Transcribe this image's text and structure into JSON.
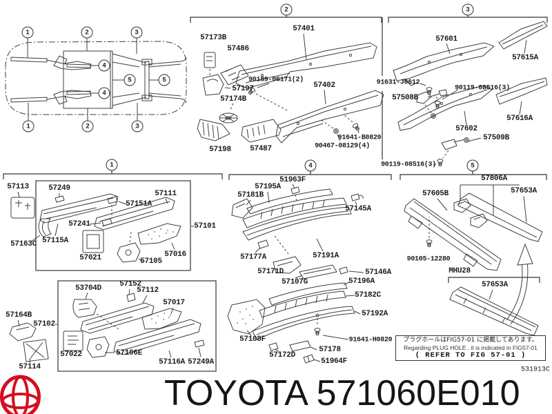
{
  "footer": {
    "brand": "TOYOTA",
    "part_number": "571060E010"
  },
  "ref_code": "531913C",
  "callouts": {
    "n1": "1",
    "n2": "2",
    "n3": "3",
    "n4": "4",
    "n5": "5"
  },
  "note_box": {
    "jp": "プラグホールはFIG57-01 に掲載してあります。",
    "en": "Regarding PLUG HOLE , it is indicated in FIG57-01",
    "ref": "( REFER TO FIG 57-01 )"
  },
  "labels": {
    "57173B": "57173B",
    "57486": "57486",
    "57401": "57401",
    "90189": "90189-06171(2)",
    "57197": "57197",
    "57174B": "57174B",
    "57198": "57198",
    "57487": "57487",
    "57402": "57402",
    "91641B": "91641-B0820",
    "90467": "90467-08129(4)",
    "57601": "57601",
    "57615A": "57615A",
    "91631": "91631-J0612",
    "57508B": "57508B",
    "90119a": "90119-08516(3)",
    "57602": "57602",
    "57616A": "57616A",
    "57509B": "57509B",
    "90119b": "90119-08516(3)",
    "57113": "57113",
    "57249": "57249",
    "57111": "57111",
    "57151A": "57151A",
    "57241": "57241",
    "57101": "57101",
    "57163C": "57163C",
    "57115A": "57115A",
    "57021": "57021",
    "57105": "57105",
    "57016": "57016",
    "53704D": "53704D",
    "57152": "57152",
    "57112": "57112",
    "57017": "57017",
    "57164B": "57164B",
    "57102": "57102",
    "57022": "57022",
    "57106E": "57106E",
    "57116A": "57116A",
    "57249A": "57249A",
    "57114": "57114",
    "51963F": "51963F",
    "57195A": "57195A",
    "57181B": "57181B",
    "57145A": "57145A",
    "57177A": "57177A",
    "57191A": "57191A",
    "57171D": "57171D",
    "57107G": "57107G",
    "57146A": "57146A",
    "57196A": "57196A",
    "57182C": "57182C",
    "57192A": "57192A",
    "57108F": "57108F",
    "91641H": "91641-H0820",
    "57178": "57178",
    "57172D": "57172D",
    "51964F": "51964F",
    "57806A": "57806A",
    "57605B": "57605B",
    "57653A_1": "57653A",
    "90105": "90105-12280",
    "MHU28": "MHU28",
    "57653A_2": "57653A"
  },
  "colors": {
    "logo_red": "#d2101e",
    "line": "#3d3d3d",
    "text": "#1c1c1c"
  }
}
